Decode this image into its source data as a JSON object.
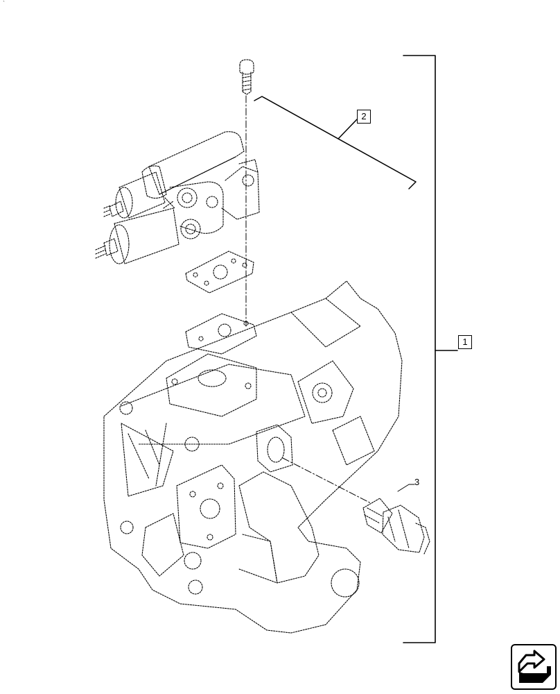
{
  "callouts": {
    "item1": "1",
    "item2": "2",
    "item3": "3"
  },
  "corner_mark": "`",
  "nav": {
    "icon": "arrow-box-icon"
  }
}
